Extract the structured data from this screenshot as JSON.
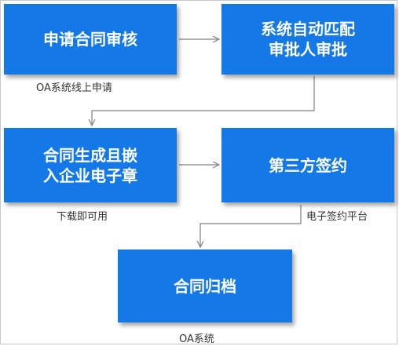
{
  "steps": {
    "s1": "申请合同审核",
    "s2": "系统自动匹配\n审批人审批",
    "s3": "合同生成且嵌\n入企业电子章",
    "s4": "第三方签约",
    "s5": "合同归档"
  },
  "captions": {
    "c1": "OA系统线上申请",
    "c2": "下载即可用",
    "c3": "电子签约平台",
    "c4": "OA系统"
  },
  "colors": {
    "box": "#1479e6",
    "box_text": "#ffffff",
    "connector": "#808080",
    "caption_text": "#333333"
  }
}
